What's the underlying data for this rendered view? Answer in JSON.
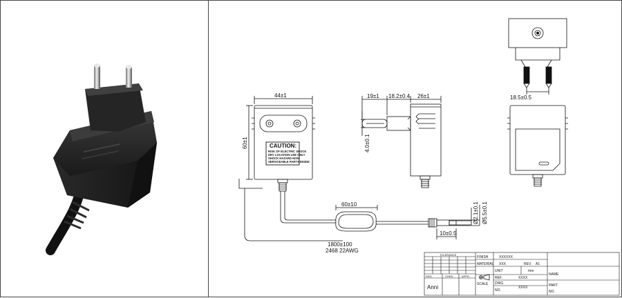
{
  "dimensions": {
    "front_width": "44±1",
    "front_height": "60±1",
    "prong_length": "19±1",
    "side_body": "18.2±0.4",
    "side_depth": "26±1",
    "prong_dia": "4.0±0.1",
    "pin_spacing": "18.5±0.5",
    "cable_coil": "60±10",
    "cable_length": "1800±100",
    "cable_spec": "2468 22AWG",
    "plug_tip": "10±0.5",
    "plug_inner": "Ø2.1±0.1",
    "plug_outer": "Ø5.5±0.1"
  },
  "caution_label": {
    "title": "CAUTION:",
    "lines": [
      "RISK OF ELECTRIC SHOCK",
      "DRY LOCATION USE ONLY",
      "SHOCK HAZARD NON-",
      "SERVICEABLE PARTS INSIDE"
    ]
  },
  "title_block": {
    "tolerance": "TOLERANCE",
    "finish_label": "FINISH",
    "finish_value": "XXXXXX",
    "material_label": "MATERIAL",
    "material_value": "XXX",
    "rev_label": "REV.",
    "rev_value": "A1",
    "unit_label": "UNIT",
    "unit_value": "mm",
    "scale_label": "SCALE",
    "ref_label": "REF.",
    "ref_value": "XXXX",
    "dwg_label": "DWG",
    "no_label": "NO.",
    "dwg_value": "XXXX",
    "name_label": "NAME",
    "part_label": "PART",
    "part_no_label": "NO.",
    "dsg_label": "DSG.",
    "chkd_label": "CHKD.",
    "appd_label": "APPD.",
    "designer": "Anni"
  },
  "colors": {
    "line": "#111111",
    "adapter_body": "#1c1c1c",
    "background": "#ffffff"
  }
}
